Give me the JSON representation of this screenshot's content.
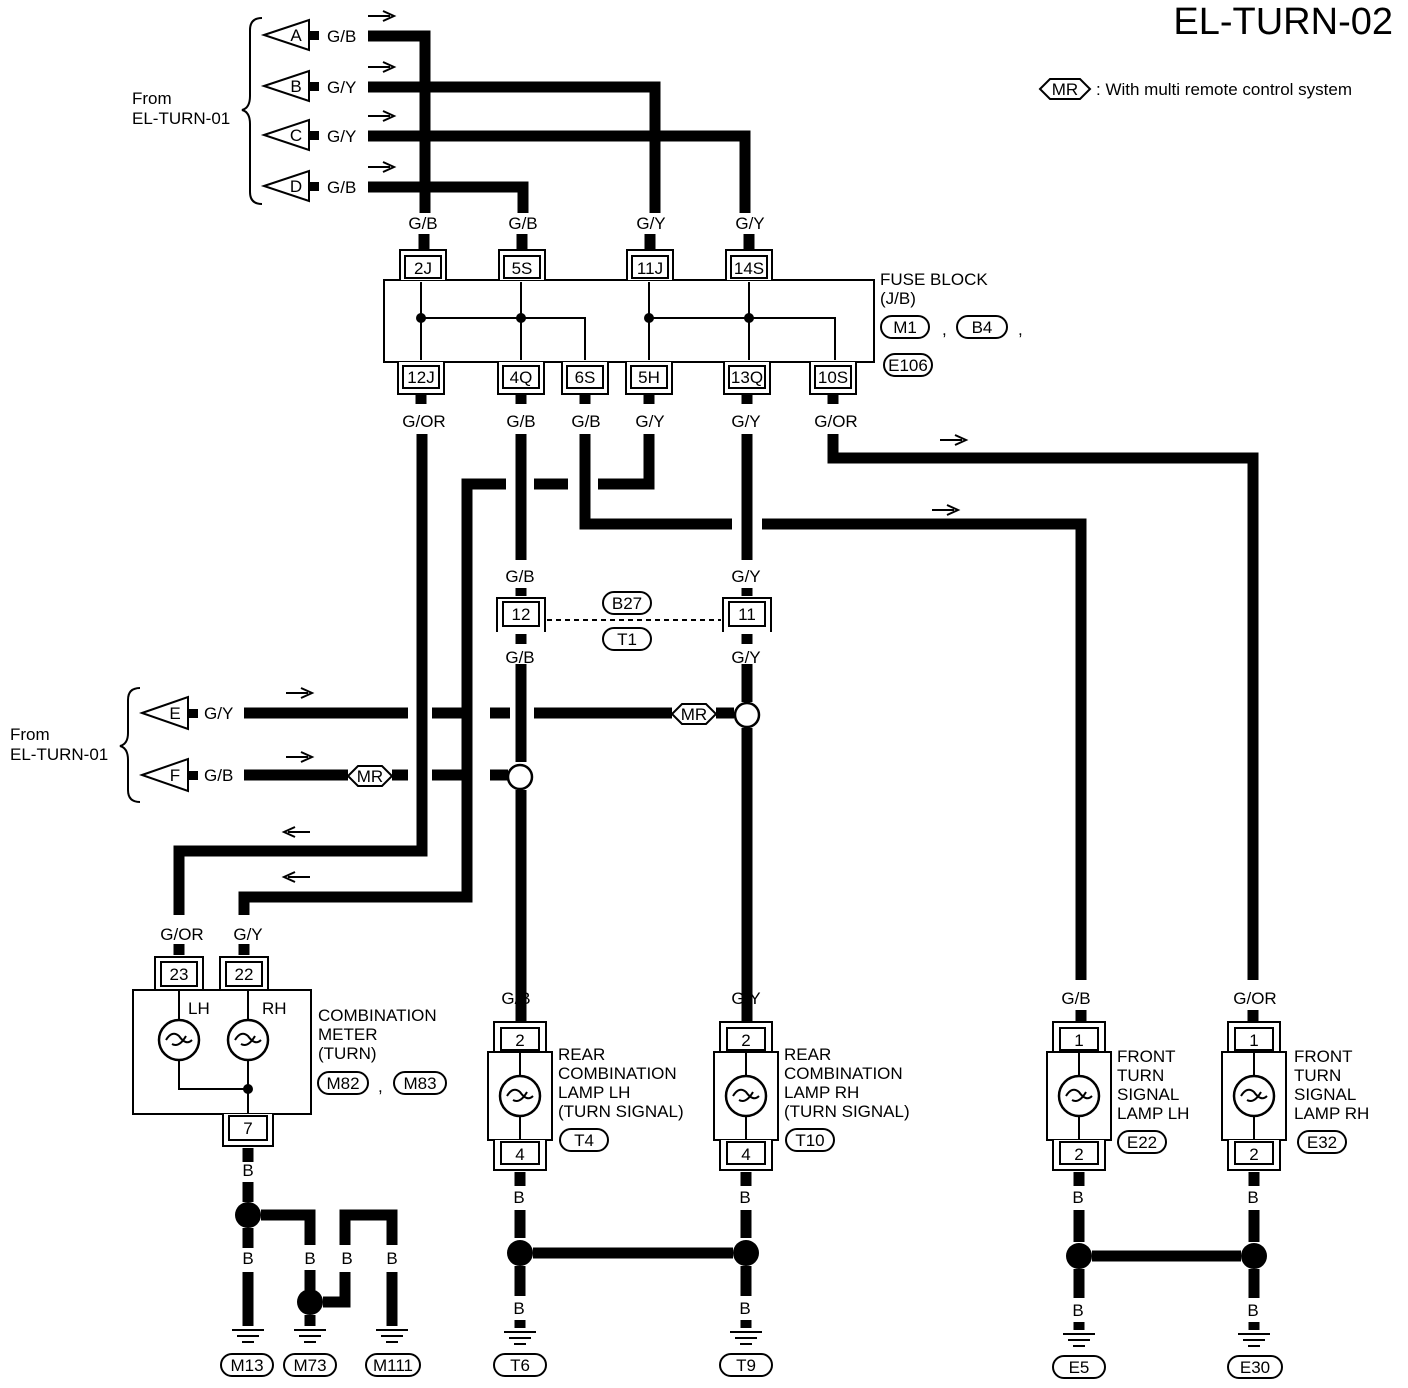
{
  "title": "EL-TURN-02",
  "legend": {
    "badge": "MR",
    "text": ": With multi remote control system"
  },
  "from_top": {
    "line1": "From",
    "line2": "EL-TURN-01"
  },
  "from_mid": {
    "line1": "From",
    "line2": "EL-TURN-01"
  },
  "inputs": {
    "A": {
      "letter": "A",
      "wire": "G/B"
    },
    "B": {
      "letter": "B",
      "wire": "G/Y"
    },
    "C": {
      "letter": "C",
      "wire": "G/Y"
    },
    "D": {
      "letter": "D",
      "wire": "G/B"
    },
    "E": {
      "letter": "E",
      "wire": "G/Y"
    },
    "F": {
      "letter": "F",
      "wire": "G/B"
    }
  },
  "fuse_block": {
    "label1": "FUSE BLOCK",
    "label2": "(J/B)",
    "conn1": "M1",
    "conn2": "B4",
    "conn3": "E106",
    "comma1": ",",
    "comma2": ",",
    "top_pins": [
      "2J",
      "5S",
      "11J",
      "14S"
    ],
    "top_wires": [
      "G/B",
      "G/B",
      "G/Y",
      "G/Y"
    ],
    "bottom_pins": [
      "12J",
      "4Q",
      "6S",
      "5H",
      "13Q",
      "10S"
    ],
    "bottom_wires": [
      "G/OR",
      "G/B",
      "G/B",
      "G/Y",
      "G/Y",
      "G/OR"
    ]
  },
  "joint": {
    "pin_left": "12",
    "pin_right": "11",
    "wire_left_top": "G/B",
    "wire_left_bot": "G/B",
    "wire_right_top": "G/Y",
    "wire_right_bot": "G/Y",
    "conn1": "B27",
    "conn2": "T1"
  },
  "mr_badges": [
    "MR",
    "MR"
  ],
  "meter": {
    "wire_left": "G/OR",
    "wire_right": "G/Y",
    "pin_left": "23",
    "pin_right": "22",
    "pin_bottom": "7",
    "lh": "LH",
    "rh": "RH",
    "label1": "COMBINATION",
    "label2": "METER",
    "label3": "(TURN)",
    "conn1": "M82",
    "conn2": "M83",
    "comma": ","
  },
  "rear_lh": {
    "wire": "G/B",
    "pin_top": "2",
    "pin_bot": "4",
    "label1": "REAR",
    "label2": "COMBINATION",
    "label3": "LAMP LH",
    "label4": "(TURN SIGNAL)",
    "conn": "T4"
  },
  "rear_rh": {
    "wire": "G/Y",
    "pin_top": "2",
    "pin_bot": "4",
    "label1": "REAR",
    "label2": "COMBINATION",
    "label3": "LAMP RH",
    "label4": "(TURN SIGNAL)",
    "conn": "T10"
  },
  "front_lh": {
    "wire": "G/B",
    "pin_top": "1",
    "pin_bot": "2",
    "label1": "FRONT",
    "label2": "TURN",
    "label3": "SIGNAL",
    "label4": "LAMP LH",
    "conn": "E22"
  },
  "front_rh": {
    "wire": "G/OR",
    "pin_top": "1",
    "pin_bot": "2",
    "label1": "FRONT",
    "label2": "TURN",
    "label3": "SIGNAL",
    "label4": "LAMP RH",
    "conn": "E32"
  },
  "ground_wire": "B",
  "grounds": [
    "M13",
    "M73",
    "M111",
    "T6",
    "T9",
    "E5",
    "E30"
  ]
}
